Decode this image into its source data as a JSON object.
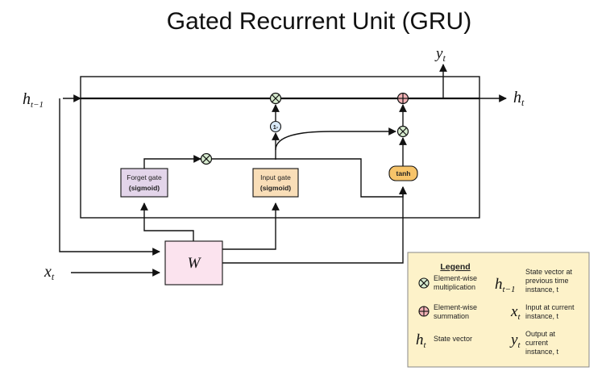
{
  "title": "Gated Recurrent Unit (GRU)",
  "symbols": {
    "h_prev": {
      "main": "h",
      "sub": "t−1"
    },
    "h_out": {
      "main": "h",
      "sub": "t"
    },
    "y_out": {
      "main": "y",
      "sub": "t"
    },
    "x_in": {
      "main": "x",
      "sub": "t"
    },
    "weights": "W",
    "one_minus": "1-"
  },
  "gates": {
    "forget": {
      "line1": "Forget gate",
      "line2": "(sigmoid)",
      "color": "#e3d5ea"
    },
    "input": {
      "line1": "Input gate",
      "line2": "(sigmoid)",
      "color": "#f9deb8"
    },
    "tanh": {
      "label": "tanh",
      "color": "#f7c46a"
    }
  },
  "colors": {
    "weights_box": "#fbe3ee",
    "legend_bg": "#fdf2c9",
    "multiply_op": "#d8ecd0",
    "sum_op": "#f2b2b6",
    "one_minus_op": "#d8e8f6"
  },
  "legend": {
    "title": "Legend",
    "multiply": {
      "line1": "Element-wise",
      "line2": "multiplication"
    },
    "sum": {
      "line1": "Element-wise",
      "line2": "summation"
    },
    "state": {
      "symbol_main": "h",
      "symbol_sub": "t",
      "label": "State vector"
    },
    "prev_state": {
      "symbol_main": "h",
      "symbol_sub": "t−1",
      "line1": "State vector at",
      "line2": "previous time",
      "line3": "instance, t"
    },
    "input": {
      "symbol_main": "x",
      "symbol_sub": "t",
      "line1": "Input at current",
      "line2": "instance, t"
    },
    "output": {
      "symbol_main": "y",
      "symbol_sub": "t",
      "line1": "Output at",
      "line2": "current",
      "line3": "instance, t"
    }
  }
}
